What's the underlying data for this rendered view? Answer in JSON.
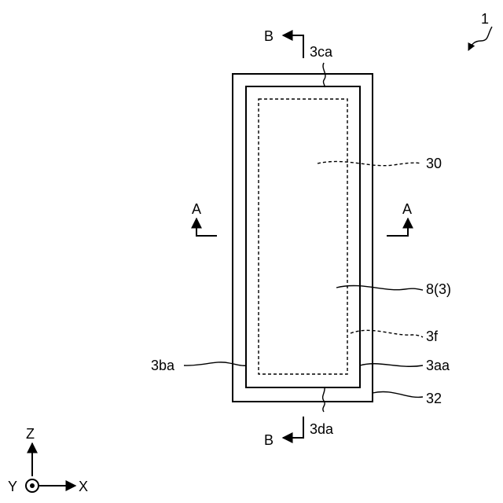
{
  "figure_ref": "1",
  "section_markers": {
    "a_left": "A",
    "a_right": "A",
    "b_top": "B",
    "b_bottom": "B"
  },
  "labels": {
    "l_3ca": "3ca",
    "l_30": "30",
    "l_8_3": "8(3)",
    "l_3f": "3f",
    "l_3ba": "3ba",
    "l_3aa": "3aa",
    "l_32": "32",
    "l_3da": "3da"
  },
  "axes": {
    "z": "Z",
    "y": "Y",
    "x": "X"
  }
}
